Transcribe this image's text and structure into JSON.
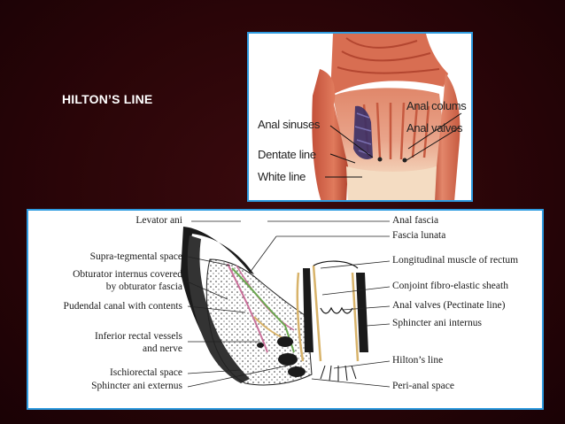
{
  "slide": {
    "title": "HILTON’S LINE",
    "background_color": "#2a0508",
    "panel_border_color": "#2e9be0"
  },
  "top_figure": {
    "labels": {
      "anal_sinuses": "Anal sinuses",
      "dentate_line": "Dentate line",
      "white_line": "White line",
      "anal_columns": "Anal colums",
      "anal_valves": "Anal valves"
    }
  },
  "bottom_figure": {
    "left_labels": {
      "levator_ani": "Levator ani",
      "supra_tegmental": "Supra-tegmental space",
      "obturator_1": "Obturator internus covered",
      "obturator_2": "by obturator fascia",
      "pudendal": "Pudendal canal with contents",
      "rectal_1": "Inferior rectal vessels",
      "rectal_2": "and nerve",
      "ischiorectal": "Ischiorectal space",
      "sphincter_ext": "Sphincter ani externus"
    },
    "right_labels": {
      "anal_fascia": "Anal fascia",
      "fascia_lunata": "Fascia lunata",
      "longitudinal": "Longitudinal muscle of rectum",
      "conjoint": "Conjoint fibro-elastic sheath",
      "anal_valves": "Anal valves (Pectinate line)",
      "sphincter_int": "Sphincter ani internus",
      "hiltons_line": "Hilton’s line",
      "peri_anal": "Peri-anal space"
    }
  }
}
